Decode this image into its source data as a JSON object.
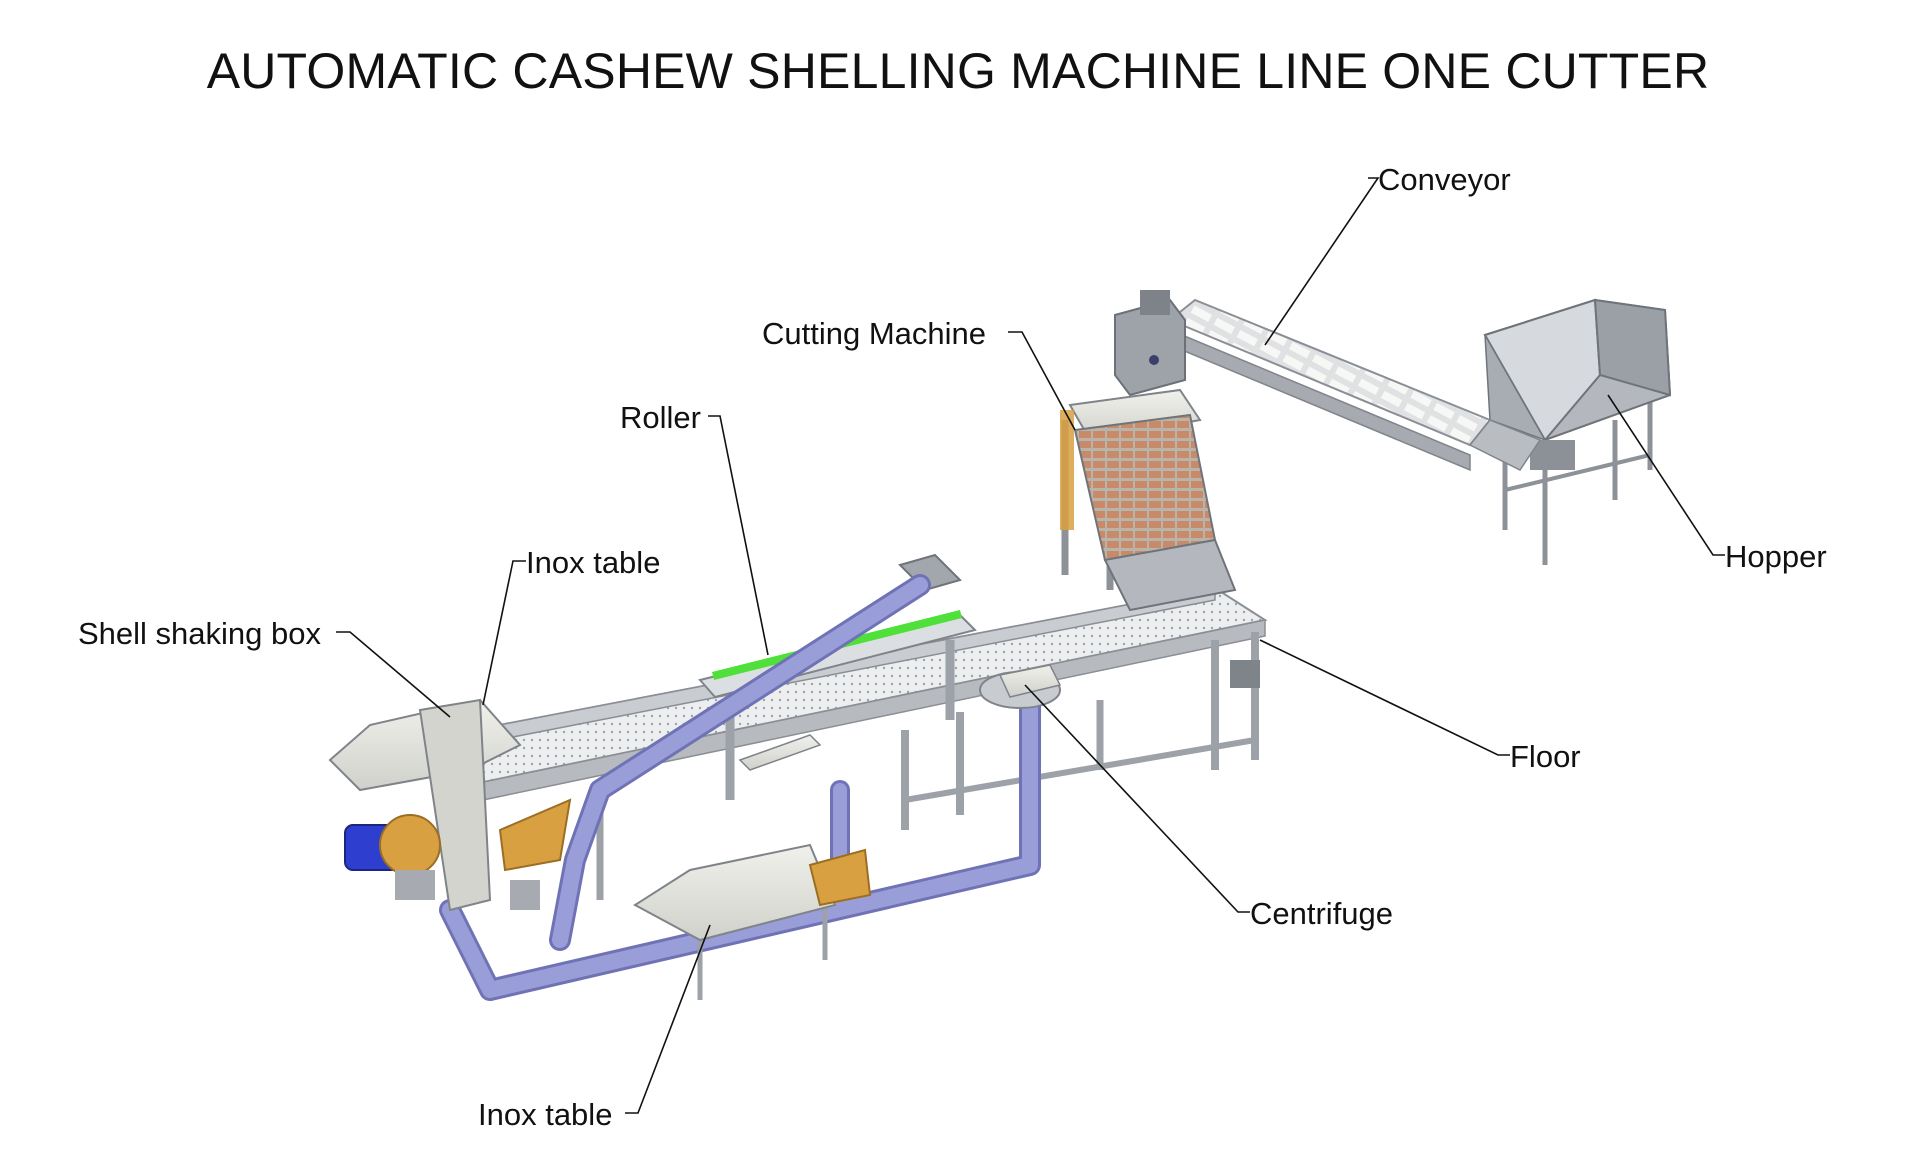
{
  "title": "AUTOMATIC CASHEW SHELLING MACHINE LINE ONE CUTTER",
  "labels": {
    "conveyor": "Conveyor",
    "cutting_machine": "Cutting Machine",
    "roller": "Roller",
    "inox_table_top": "Inox table",
    "shell_shaking_box": "Shell shaking box",
    "hopper": "Hopper",
    "floor": "Floor",
    "centrifuge": "Centrifuge",
    "inox_table_bottom": "Inox table"
  },
  "colors": {
    "frame": "#a9adb3",
    "tray": "#e4e5df",
    "pipe": "#8f93cf",
    "accent_green": "#4fe03a",
    "motor_blue": "#2e3fd0",
    "gear_orange": "#d9a041",
    "cutter_copper": "#c98a6a"
  }
}
